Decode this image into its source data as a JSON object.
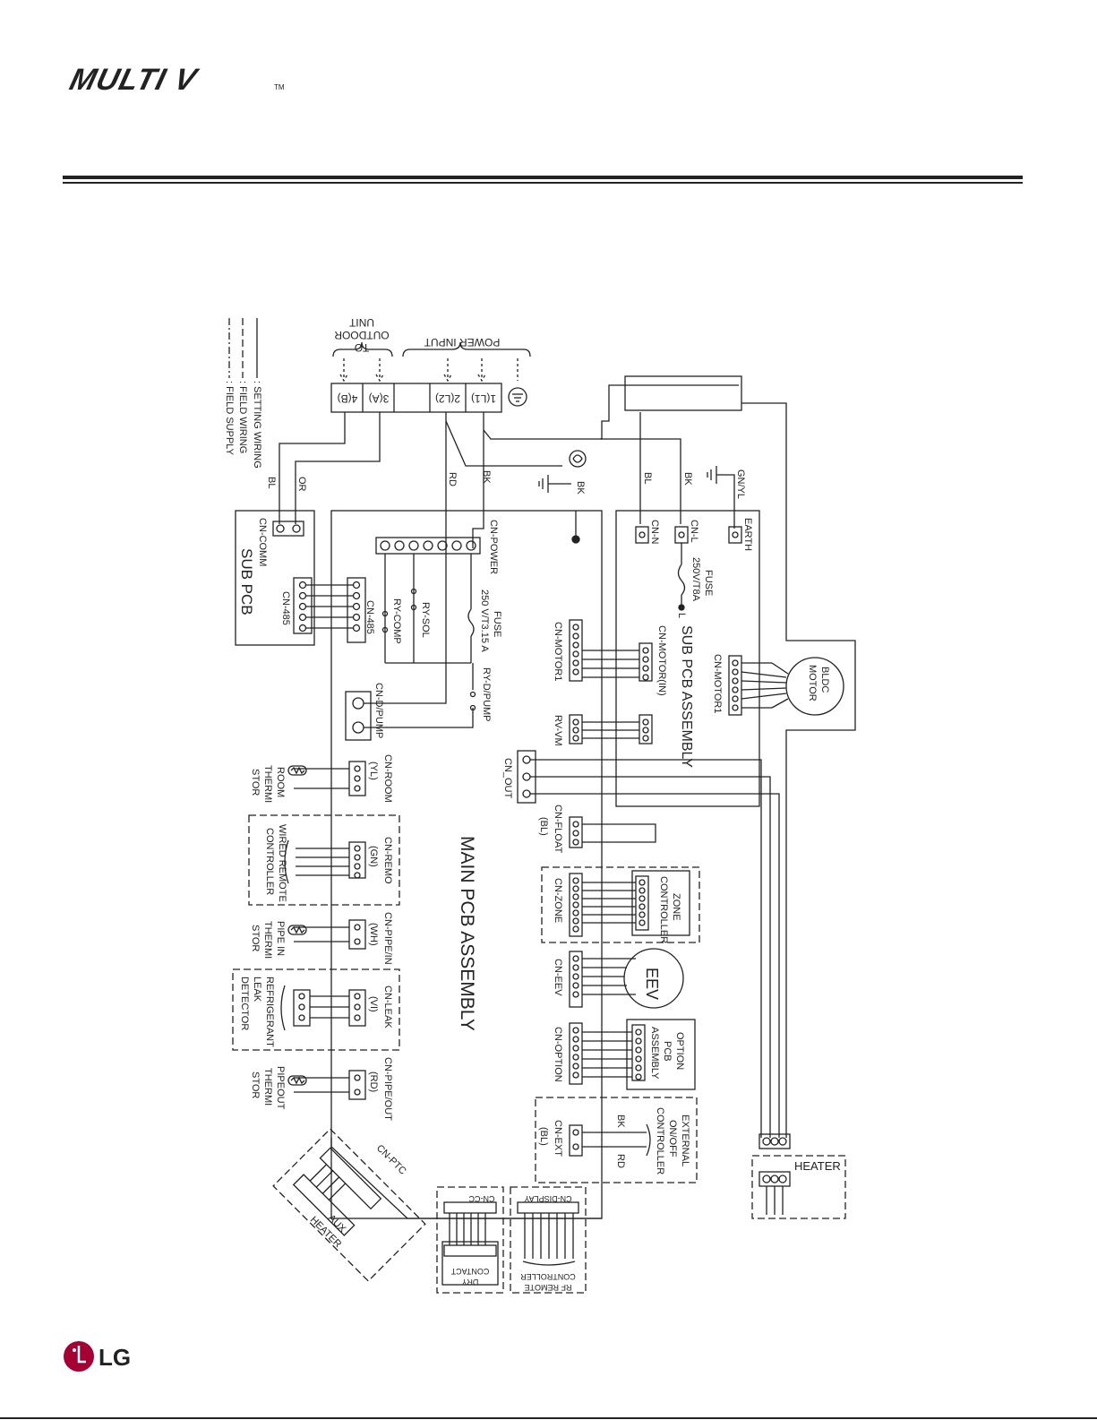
{
  "header": {
    "brand": "MULTI V",
    "brand_tm": "TM"
  },
  "footer": {
    "brand": "LG"
  },
  "legend": {
    "setting_wiring": ": SETTING WIRING",
    "field_wiring": ": FIELD WIRING",
    "field_supply": ": FIELD SUPPLY"
  },
  "terminal": {
    "t4": "4(B)",
    "t3": "3(A)",
    "t2": "2(L2)",
    "t1": "1(L1)",
    "outdoor_line1": "TO",
    "outdoor_line2": "OUTDOOR",
    "outdoor_line3": "UNIT",
    "power_input": "POWER INPUT"
  },
  "wires": {
    "bl": "BL",
    "or": "OR",
    "rd": "RD",
    "bk": "BK",
    "gnyl": "GN/YL"
  },
  "sub_pcb": {
    "title": "SUB PCB",
    "cn_comm": "CN-COMM",
    "cn_485": "CN-485"
  },
  "main_pcb": {
    "title": "MAIN PCB ASSEMBLY",
    "cn_power": "CN-POWER",
    "fuse_1": "FUSE",
    "fuse_2": "250 V/T3.15 A",
    "ry_sol": "RY-SOL",
    "ry_comp": "RY-COMP",
    "ry_dpump": "RY-D/PUMP",
    "cn_dpump": "CN-D/PUMP",
    "cn_motor1": "CN-MOTOR1",
    "rv_vm": "RV-VM",
    "cn_out": "CN_OUT",
    "cn_float_1": "CN-FLOAT",
    "cn_float_2": "(BL)",
    "cn_zone": "CN-ZONE",
    "cn_eev": "CN-EEV",
    "cn_option": "CN-OPTION",
    "cn_ext_1": "CN-EXT",
    "cn_ext_2": "(BL)",
    "cn_room_1": "CN-ROOM",
    "cn_room_2": "(YL)",
    "cn_remo_1": "CN-REMO",
    "cn_remo_2": "(GN)",
    "cn_pipein_1": "CN-PIPE/IN",
    "cn_pipein_2": "(WH)",
    "cn_leak_1": "CN-LEAK",
    "cn_leak_2": "(VI)",
    "cn_pipeout_1": "CN-PIPE/OUT",
    "cn_pipeout_2": "(RD)",
    "cn_ptc": "CN-PTC",
    "cn_cc": "CN-CC",
    "cn_display": "CN-DISPLAY"
  },
  "sub_pcb_assembly": {
    "title": "SUB PCB ASSEMBLY",
    "earth": "EARTH",
    "cn_l": "CN-L",
    "cn_n": "CN-N",
    "fuse_1": "FUSE",
    "fuse_2": "250V/T8A",
    "l": "L",
    "cn_motor_in": "CN-MOTOR(IN)",
    "cn_motor1": "CN-MOTOR1"
  },
  "peripherals": {
    "bldc_1": "BLDC",
    "bldc_2": "MOTOR",
    "zone_1": "ZONE",
    "zone_2": "CONTROLLER",
    "eev": "EEV",
    "option_1": "OPTION",
    "option_2": "PCB",
    "option_3": "ASSEMBLY",
    "ext_1": "EXTERNAL",
    "ext_2": "ON/OFF",
    "ext_3": "CONTROLLER",
    "heater": "HEATER",
    "room_1": "ROOM",
    "room_2": "THERMI",
    "room_3": "STOR",
    "remote_1": "WIRED REMOTE",
    "remote_2": "CONTROLLER",
    "pipein_1": "PIPE IN",
    "pipein_2": "THERMI",
    "pipein_3": "STOR",
    "leak_1": "REFRIGERANT",
    "leak_2": "LEAK",
    "leak_3": "DETECTOR",
    "pipeout_1": "PIPEOUT",
    "pipeout_2": "THERMI",
    "pipeout_3": "STOR",
    "aux_1": "AUX",
    "aux_2": "HEATER",
    "dry_1": "DRY",
    "dry_2": "CONTACT",
    "rf_1": "RF REMOTE",
    "rf_2": "CONTROLLER"
  },
  "colors": {
    "ink": "#222222",
    "lg_red": "#a50034",
    "logo_grey": "#5a5a5a"
  }
}
